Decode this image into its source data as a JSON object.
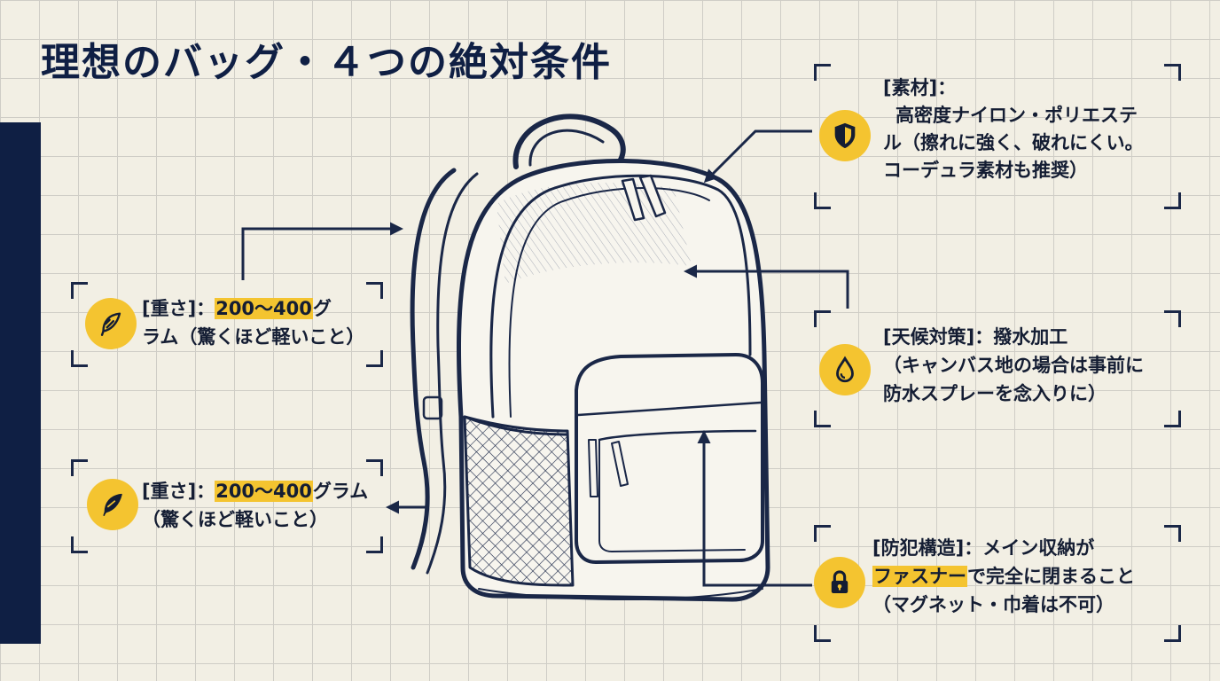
{
  "title": "理想のバッグ・４つの絶対条件",
  "cards": {
    "weight_top": {
      "icon": "feather-icon",
      "label": "[重さ]：",
      "highlight": "200〜400",
      "line1_rest": "グ",
      "line2": "ラム（驚くほど軽いこと）"
    },
    "weight_bottom": {
      "icon": "feather-icon",
      "label": "[重さ]：",
      "highlight": "200〜400",
      "line1_rest": "グラム",
      "line2": "（驚くほど軽いこと）"
    },
    "material": {
      "icon": "shield-icon",
      "line1": "[素材]：",
      "line2": "高密度ナイロン・ポリエステ",
      "line3": "ル（擦れに強く、破れにくい。",
      "line4": "コーデュラ素材も推奨）"
    },
    "weather": {
      "icon": "water-drop-icon",
      "line1": "[天候対策]：撥水加工",
      "line2": "（キャンバス地の場合は事前に",
      "line3": "防水スプレーを念入りに）"
    },
    "security": {
      "icon": "padlock-icon",
      "line1": "[防犯構造]：メイン収納が",
      "highlight": "ファスナー",
      "line2_rest": "で完全に閉まること",
      "line3": "（マグネット・巾着は不可）"
    }
  },
  "colors": {
    "navy": "#0f1f44",
    "accent": "#f4c430",
    "paper": "#f2efe4",
    "grid": "#cfcdc6"
  },
  "illustration": "backpack-sketch"
}
